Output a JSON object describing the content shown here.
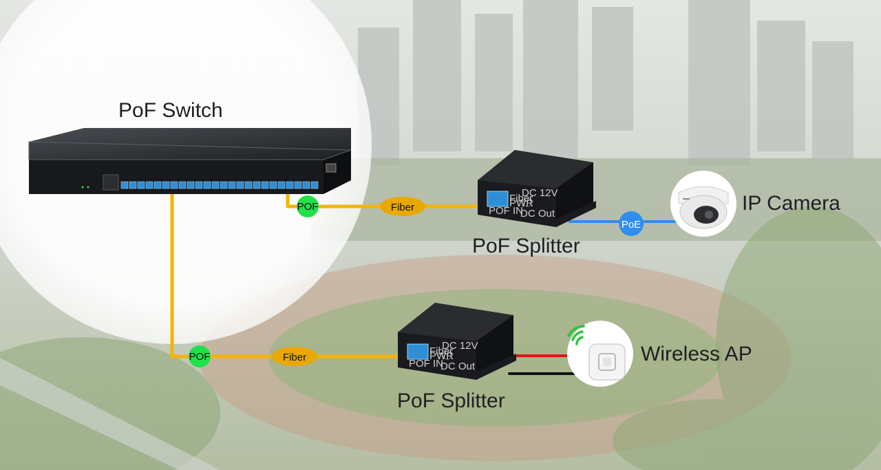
{
  "labels": {
    "switch": "PoF Switch",
    "splitter_top": "PoF Splitter",
    "splitter_bottom": "PoF Splitter",
    "camera": "IP Camera",
    "ap": "Wireless AP"
  },
  "links": {
    "pof_top": "POF",
    "pof_bottom": "POF",
    "fiber_top": "Fiber",
    "fiber_bottom": "Fiber",
    "poe": "PoE"
  },
  "device_text": {
    "pof_in": "POF IN",
    "dc_out": "DC Out",
    "dc_12v": "DC 12V",
    "fiber": "Fiber",
    "pwr": "PWR"
  },
  "colors": {
    "fiber_line": "#f5b400",
    "pof_badge": "#22e04a",
    "fiber_badge": "#e9a800",
    "poe_line": "#2f8ef0",
    "poe_badge": "#2f8ef0",
    "power_red": "#e01515",
    "power_black": "#111111",
    "device_body": "#1d1f22",
    "port_blue": "#2f8fd6",
    "wifi_green": "#27c33f"
  },
  "icons": [
    "pof-switch-icon",
    "pof-splitter-icon",
    "ip-camera-icon",
    "wireless-ap-icon",
    "wifi-icon"
  ]
}
